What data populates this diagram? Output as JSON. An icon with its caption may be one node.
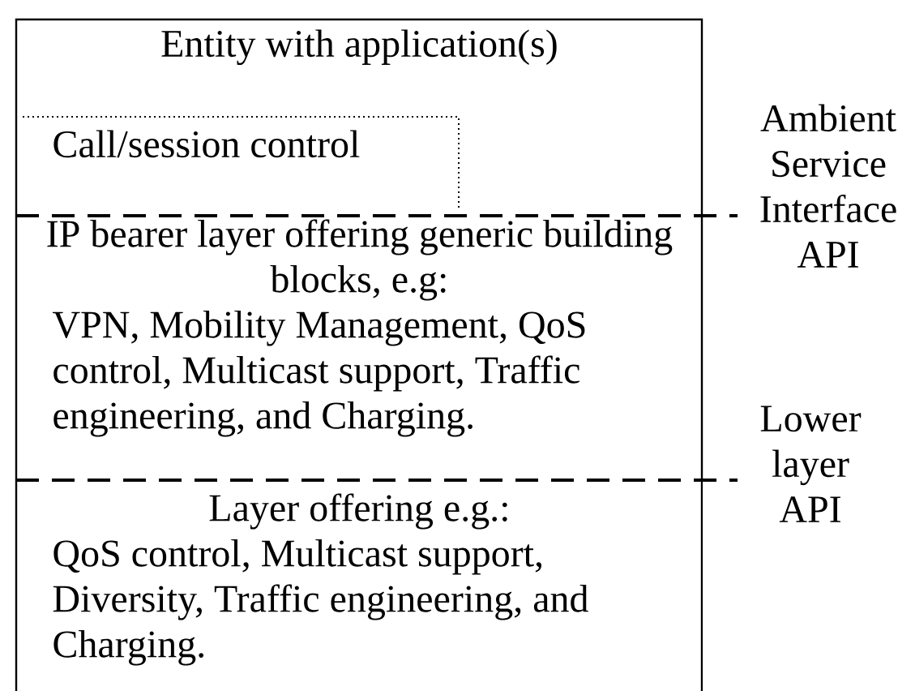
{
  "diagram": {
    "nodes": [
      {
        "text": [
          "Entity with application(s)"
        ]
      },
      {
        "text": [
          "Call/session control"
        ],
        "in": 0
      },
      {
        "text": [
          "IP bearer layer offering generic building blocks, e.g:",
          "VPN, Mobility Management, QoS control, Multicast support, Traffic engineering, and Charging."
        ]
      },
      {
        "text": [
          "Layer offering e.g.:",
          "QoS control, Multicast support, Diversity, Traffic engineering, and Charging."
        ]
      }
    ],
    "labels": [
      "Ambient Service Interface API",
      "Lower layer API"
    ]
  }
}
